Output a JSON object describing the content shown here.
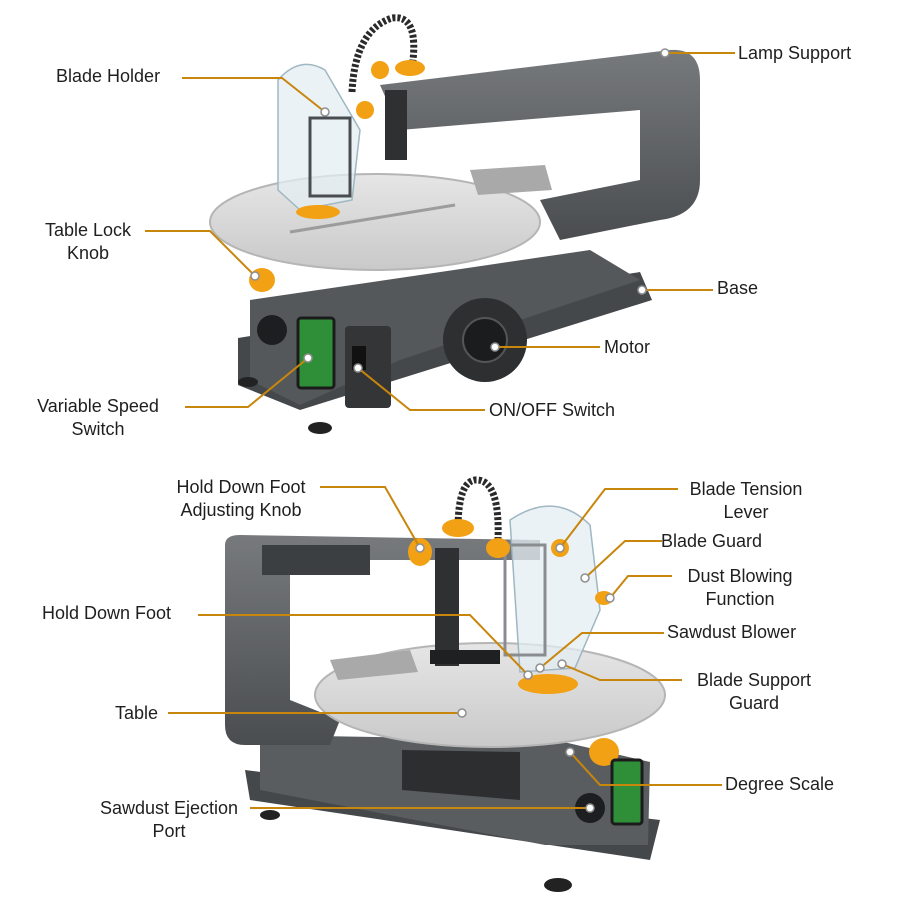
{
  "colors": {
    "body": "#5c5f62",
    "body_dark": "#3f4245",
    "body_light": "#74777a",
    "table": "#d9d9d9",
    "table_edge": "#b5b5b5",
    "accent": "#f2a014",
    "leader": "#c8860d",
    "guard": "#e4eef3",
    "display": "#2f8f38",
    "text": "#1f1f1f"
  },
  "callouts": {
    "lamp_support": "Lamp Support",
    "blade_holder": "Blade Holder",
    "table_lock_knob": [
      "Table Lock",
      "Knob"
    ],
    "base": "Base",
    "motor": "Motor",
    "variable_speed_switch": [
      "Variable Speed",
      "Switch"
    ],
    "on_off_switch": "ON/OFF Switch",
    "hold_down_foot_adjusting_knob": [
      "Hold Down Foot",
      "Adjusting Knob"
    ],
    "blade_tension_lever": [
      "Blade Tension",
      "Lever"
    ],
    "blade_guard": "Blade Guard",
    "dust_blowing_function": [
      "Dust Blowing",
      "Function"
    ],
    "hold_down_foot": "Hold Down Foot",
    "sawdust_blower": "Sawdust Blower",
    "blade_support_guard": [
      "Blade Support",
      "Guard"
    ],
    "table": "Table",
    "degree_scale": "Degree Scale",
    "sawdust_ejection_port": [
      "Sawdust Ejection",
      "Port"
    ]
  }
}
